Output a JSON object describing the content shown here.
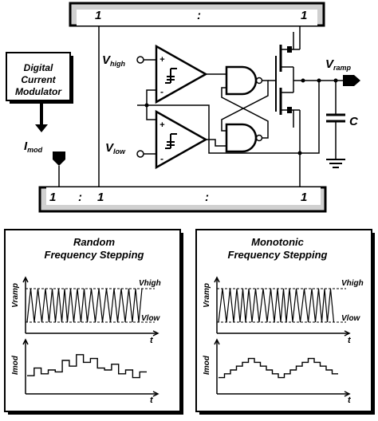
{
  "mirror_top": {
    "left": "1",
    "mid": ":",
    "right": "1"
  },
  "mirror_bottom": {
    "a": "1",
    "b": ":",
    "c": "1",
    "d": ":",
    "e": "1"
  },
  "modulator": {
    "line1": "Digital",
    "line2": "Current",
    "line3": "Modulator"
  },
  "labels": {
    "vhigh_V": "V",
    "vhigh_sub": "high",
    "vlow_V": "V",
    "vlow_sub": "low",
    "vramp_V": "V",
    "vramp_sub": "ramp",
    "imod_I": "I",
    "imod_sub": "mod",
    "cap": "C",
    "plus": "+",
    "minus": "-"
  },
  "panel_random": {
    "title1": "Random",
    "title2": "Frequency Stepping",
    "vramp": "Vramp",
    "vhigh": "Vhigh",
    "vlow": "Vlow",
    "t": "t",
    "imod": "Imod",
    "periods": [
      7,
      7,
      7,
      8,
      7,
      7,
      6,
      6,
      6,
      6,
      5,
      5,
      6,
      6,
      7,
      7,
      6,
      6,
      8,
      8,
      7,
      7,
      8,
      8
    ],
    "imod_levels": [
      0.35,
      0.55,
      0.4,
      0.5,
      0.45,
      0.75,
      0.6,
      0.9,
      0.7,
      0.8,
      0.55,
      0.5,
      0.65,
      0.4,
      0.5,
      0.3,
      0.45
    ]
  },
  "panel_monotonic": {
    "title1": "Monotonic",
    "title2": "Frequency Stepping",
    "vramp": "Vramp",
    "vhigh": "Vhigh",
    "vlow": "Vlow",
    "t": "t",
    "imod": "Imod",
    "periods": [
      8,
      8,
      7,
      7,
      6,
      6,
      5,
      5,
      6,
      6,
      7,
      7,
      8,
      8,
      7,
      7,
      6,
      6,
      5,
      5,
      6,
      6,
      7,
      8
    ],
    "imod_levels": [
      0.3,
      0.4,
      0.5,
      0.6,
      0.7,
      0.8,
      0.7,
      0.6,
      0.5,
      0.4,
      0.3,
      0.4,
      0.5,
      0.6,
      0.7,
      0.8,
      0.7,
      0.6,
      0.5,
      0.4
    ]
  }
}
